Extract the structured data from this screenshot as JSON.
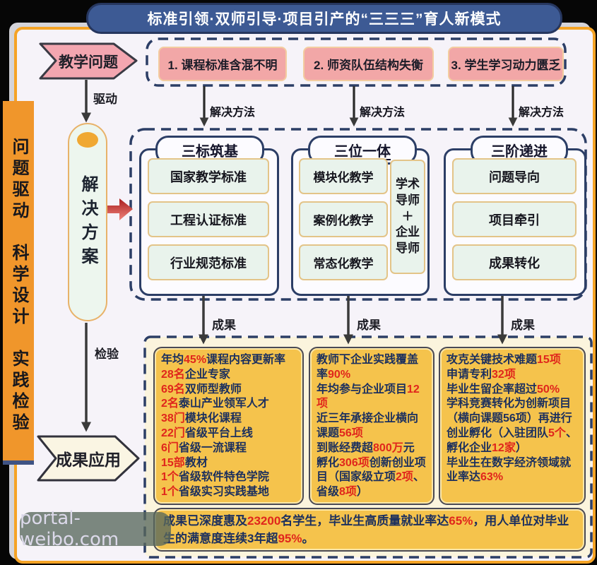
{
  "title": "标准引领·双师引导·项目引产的“三三三”育人新模式",
  "sidebar": {
    "vertical_text": "问题驱动　科学设计　实践检验"
  },
  "flow": {
    "teaching_problem": "教学问题",
    "drive_label": "驱动",
    "solution_scheme": "解决方案",
    "check_label": "检验",
    "result_apply": "成果应用"
  },
  "problems": {
    "method_label": "解决方法",
    "items": [
      "1. 课程标准含混不明",
      "2. 师资队伍结构失衡",
      "3. 学生学习动力匮乏"
    ]
  },
  "solutions": {
    "result_label": "成果",
    "columns": [
      {
        "header": "三标筑基",
        "items": [
          "国家教学标准",
          "工程认证标准",
          "行业规范标准"
        ]
      },
      {
        "header": "三位一体",
        "items": [
          "模块化教学",
          "案例化教学",
          "常态化教学"
        ],
        "mentor_box": "学术\n导师\n＋\n企业\n导师"
      },
      {
        "header": "三阶递进",
        "items": [
          "问题导向",
          "项目牵引",
          "成果转化"
        ]
      }
    ]
  },
  "results": {
    "box1": {
      "lines": [
        [
          {
            "t": "年均"
          },
          {
            "t": "45%",
            "hl": 1
          },
          {
            "t": "课程内容更新率"
          }
        ],
        [
          {
            "t": "28名",
            "hl": 1
          },
          {
            "t": "企业专家"
          }
        ],
        [
          {
            "t": "69名",
            "hl": 1
          },
          {
            "t": "双师型教师"
          }
        ],
        [
          {
            "t": "2名",
            "hl": 1
          },
          {
            "t": "泰山产业领军人才"
          }
        ],
        [
          {
            "t": "38门",
            "hl": 1
          },
          {
            "t": "模块化课程"
          }
        ],
        [
          {
            "t": "22门",
            "hl": 1
          },
          {
            "t": "省级平台上线"
          }
        ],
        [
          {
            "t": "6门",
            "hl": 1
          },
          {
            "t": "省级一流课程"
          }
        ],
        [
          {
            "t": "15部",
            "hl": 1
          },
          {
            "t": "教材"
          }
        ],
        [
          {
            "t": "1个",
            "hl": 1
          },
          {
            "t": "省级软件特色学院"
          }
        ],
        [
          {
            "t": "1个",
            "hl": 1
          },
          {
            "t": "省级实习实践基地"
          }
        ]
      ]
    },
    "box2": {
      "lines": [
        [
          {
            "t": "教师下企业实践覆盖率"
          },
          {
            "t": "90%",
            "hl": 1
          }
        ],
        [
          {
            "t": "年均参与企业项目"
          },
          {
            "t": "12项",
            "hl": 1
          }
        ],
        [
          {
            "t": "近三年承接企业横向课题"
          },
          {
            "t": "56项",
            "hl": 1
          }
        ],
        [
          {
            "t": "到账经费超"
          },
          {
            "t": "800万",
            "hl": 1
          },
          {
            "t": "元"
          }
        ],
        [
          {
            "t": "孵化"
          },
          {
            "t": "306项",
            "hl": 1
          },
          {
            "t": "创新创业项目（国家级立项"
          },
          {
            "t": "2项",
            "hl": 1
          },
          {
            "t": "、省级"
          },
          {
            "t": "8项",
            "hl": 1
          },
          {
            "t": "）"
          }
        ]
      ]
    },
    "box3": {
      "lines": [
        [
          {
            "t": "攻克关键技术难题"
          },
          {
            "t": "15项",
            "hl": 1
          }
        ],
        [
          {
            "t": "申请专利"
          },
          {
            "t": "32项",
            "hl": 1
          }
        ],
        [
          {
            "t": "毕业生留企率超过"
          },
          {
            "t": "50%",
            "hl": 1
          }
        ],
        [
          {
            "t": "学科竞赛转化为创新项目（横向课题56项）再进行创业孵化（入驻团队"
          },
          {
            "t": "5个",
            "hl": 1
          },
          {
            "t": "、孵化企业"
          },
          {
            "t": "12家",
            "hl": 1
          },
          {
            "t": "）"
          }
        ],
        [
          {
            "t": "毕业生在数字经济领域就业率达"
          },
          {
            "t": "63%",
            "hl": 1
          }
        ]
      ]
    },
    "summary": [
      {
        "t": "成果已深度惠及"
      },
      {
        "t": "23200",
        "hl": 1
      },
      {
        "t": "名学生，毕业生高质量就业率达"
      },
      {
        "t": "65%",
        "hl": 1
      },
      {
        "t": "，用人单位对毕业生的满意度连续3年超"
      },
      {
        "t": "95%",
        "hl": 1
      },
      {
        "t": "。"
      }
    ]
  },
  "watermark": "portal-weibo.com",
  "colors": {
    "card_border_orange": "#f5a325",
    "title_blue": "#3d5a94",
    "dashed_navy": "#2c3e66",
    "problem_pink": "#f2a7a7",
    "mint_green": "#e9f3ec",
    "result_orange": "#f5c34c",
    "highlight_red": "#e0261c",
    "sidebar_orange": "#f0962b"
  }
}
